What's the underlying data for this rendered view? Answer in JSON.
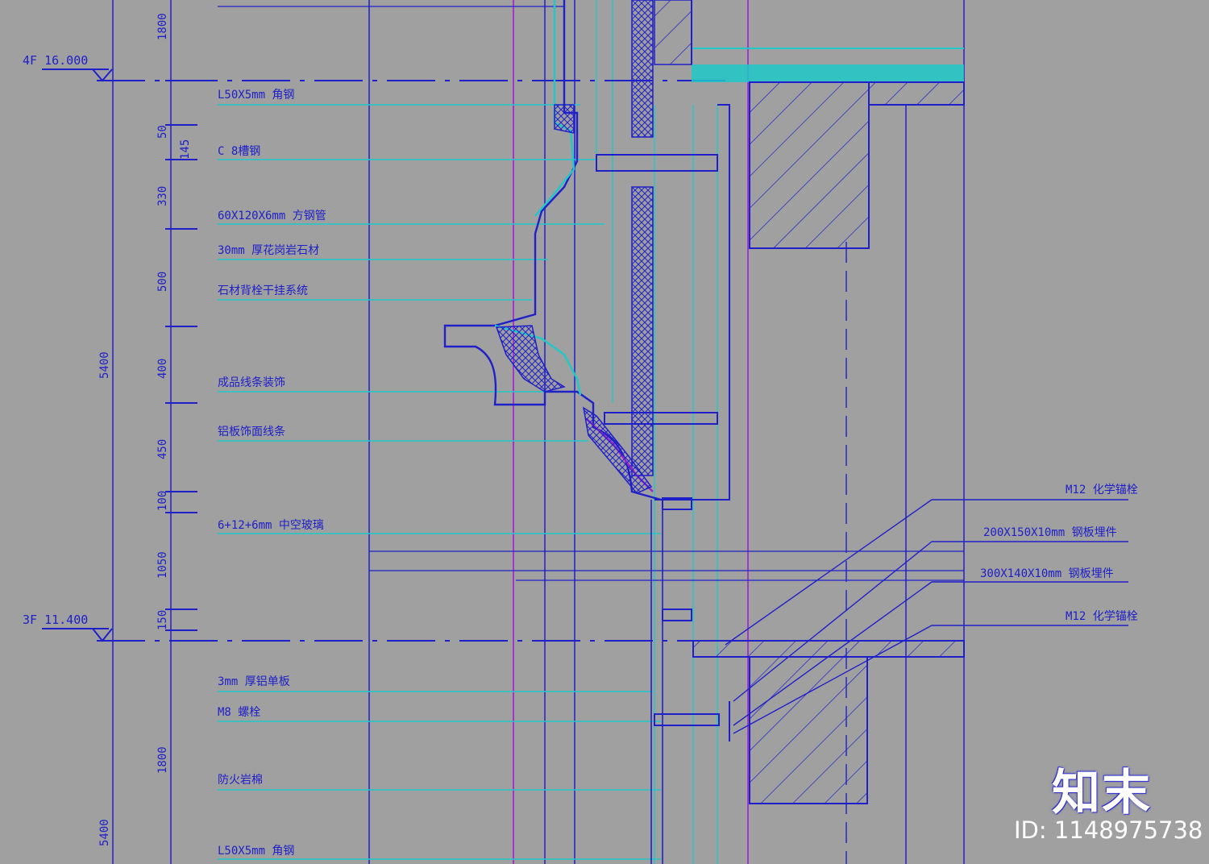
{
  "levels": [
    {
      "id": "4f",
      "label": "4F 16.000"
    },
    {
      "id": "3f",
      "label": "3F 11.400"
    }
  ],
  "dimensions": {
    "total_upper": "5400",
    "total_lower": "5400",
    "segments": [
      "1800",
      "50",
      "145",
      "330",
      "500",
      "400",
      "450",
      "100",
      "1050",
      "150",
      "1800"
    ]
  },
  "annotations_left": [
    "L50X5mm 角钢",
    "C 8槽钢",
    "60X120X6mm 方钢管",
    "30mm 厚花岗岩石材",
    "石材背栓干挂系统",
    "成品线条装饰",
    "铝板饰面线条",
    "6+12+6mm 中空玻璃",
    "3mm 厚铝单板",
    "M8 螺栓",
    "防火岩棉",
    "L50X5mm 角钢"
  ],
  "annotations_right": [
    "M12 化学锚栓",
    "200X150X10mm 钢板埋件",
    "300X140X10mm 钢板埋件",
    "M12 化学锚栓"
  ],
  "watermark": {
    "logo": "知末",
    "id_text": "ID: 1148975738"
  },
  "colors": {
    "background": "#a0a0a0",
    "line_blue": "#2020c8",
    "line_cyan": "#20c8c8",
    "line_magenta": "#a020d0"
  }
}
